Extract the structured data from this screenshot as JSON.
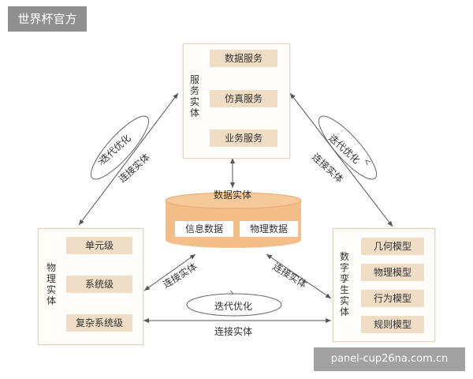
{
  "watermark_top": "世界杯官方",
  "watermark_bottom": "panel-cup26na.com.cn",
  "service_entity": {
    "title": "服务实体",
    "items": [
      "数据服务",
      "仿真服务",
      "业务服务"
    ]
  },
  "physical_entity": {
    "title": "物理实体",
    "items": [
      "单元级",
      "系统级",
      "复杂系统级"
    ]
  },
  "twin_entity": {
    "title": "数字孪生实体",
    "items": [
      "几何模型",
      "物理模型",
      "行为模型",
      "规则模型"
    ]
  },
  "data_entity": {
    "title": "数据实体",
    "items": [
      "信息数据",
      "物理数据"
    ]
  },
  "links": {
    "left_iterate": "迭代优化",
    "left_connect": "连接实体",
    "right_iterate": "迭代优化",
    "right_connect": "连接实体",
    "bottom_iterate": "迭代优化",
    "bottom_connect": "连接实体",
    "center_left_connect": "连接实体",
    "center_right_connect": "连接实体"
  },
  "colors": {
    "panel_border": "#e2d4c2",
    "tag_fill": "#efddc6",
    "cylinder_fill": "#f3be87",
    "arrow": "#555555"
  }
}
